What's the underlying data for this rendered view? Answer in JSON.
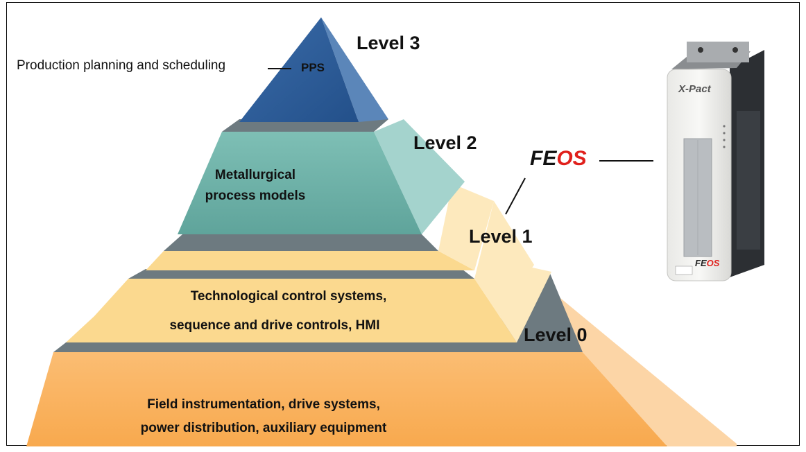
{
  "pyramid": {
    "levels": [
      {
        "id": "level3",
        "label": "Level 3",
        "content": "PPS"
      },
      {
        "id": "level2",
        "label": "Level 2",
        "content_lines": [
          "Metallurgical",
          "process models"
        ]
      },
      {
        "id": "level1",
        "label": "Level 1",
        "content_lines": [
          "Technological control systems,",
          "sequence and drive controls, HMI"
        ]
      },
      {
        "id": "level0",
        "label": "Level 0",
        "content_lines": [
          "Field instrumentation, drive systems,",
          "power distribution, auxiliary equipment"
        ]
      }
    ],
    "pps_description": "Production planning and scheduling"
  },
  "feos": {
    "title_part1": "FE",
    "title_part2": "OS",
    "device_brand": "X-Pact",
    "device_label_part1": "FE",
    "device_label_part2": "OS"
  },
  "colors": {
    "level3_front": "#2f5f9c",
    "level3_side": "#5b86b9",
    "level2_front": "#6fb1a8",
    "level2_side": "#a4d3cd",
    "level1_front": "#fbd98f",
    "level1_side": "#fde9bd",
    "level0_front": "#fab262",
    "level0_side": "#fcd5a6",
    "shadow_band": "#6d7a80",
    "feos_red": "#e0201c"
  }
}
